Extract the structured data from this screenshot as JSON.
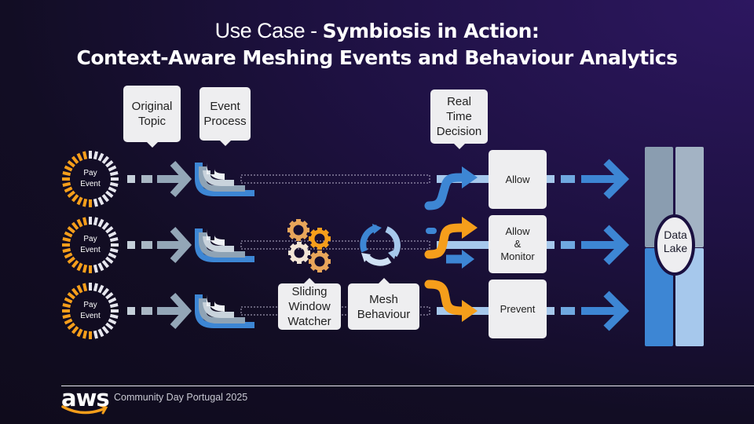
{
  "title": {
    "prefix": "Use Case - ",
    "emphasis": "Symbiosis in Action:",
    "line2": "Context-Aware Meshing Events and Behaviour Analytics"
  },
  "callouts": {
    "original_topic": "Original Topic",
    "event_process": "Event Process",
    "real_time_decision": "Real Time Decision",
    "sliding_window_watcher": "Sliding Window Watcher",
    "mesh_behaviour": "Mesh Behaviour"
  },
  "streams": [
    {
      "event_label_line1": "Pay",
      "event_label_line2": "Event",
      "decision": "Allow"
    },
    {
      "event_label_line1": "Pay",
      "event_label_line2": "Event",
      "decision_line1": "Allow",
      "decision_line2": "&",
      "decision_line3": "Monitor"
    },
    {
      "event_label_line1": "Pay",
      "event_label_line2": "Event",
      "decision": "Prevent"
    }
  ],
  "data_lake": {
    "line1": "Data",
    "line2": "Lake"
  },
  "footer": {
    "logo_text": "aws",
    "event_name": "Community Day Portugal 2025"
  },
  "colors": {
    "accent_orange": "#f59e1b",
    "accent_blue": "#3d86d4",
    "light_blue": "#a6c8ec",
    "slate": "#8fa3b5",
    "callout_bg": "#eeeef0"
  }
}
